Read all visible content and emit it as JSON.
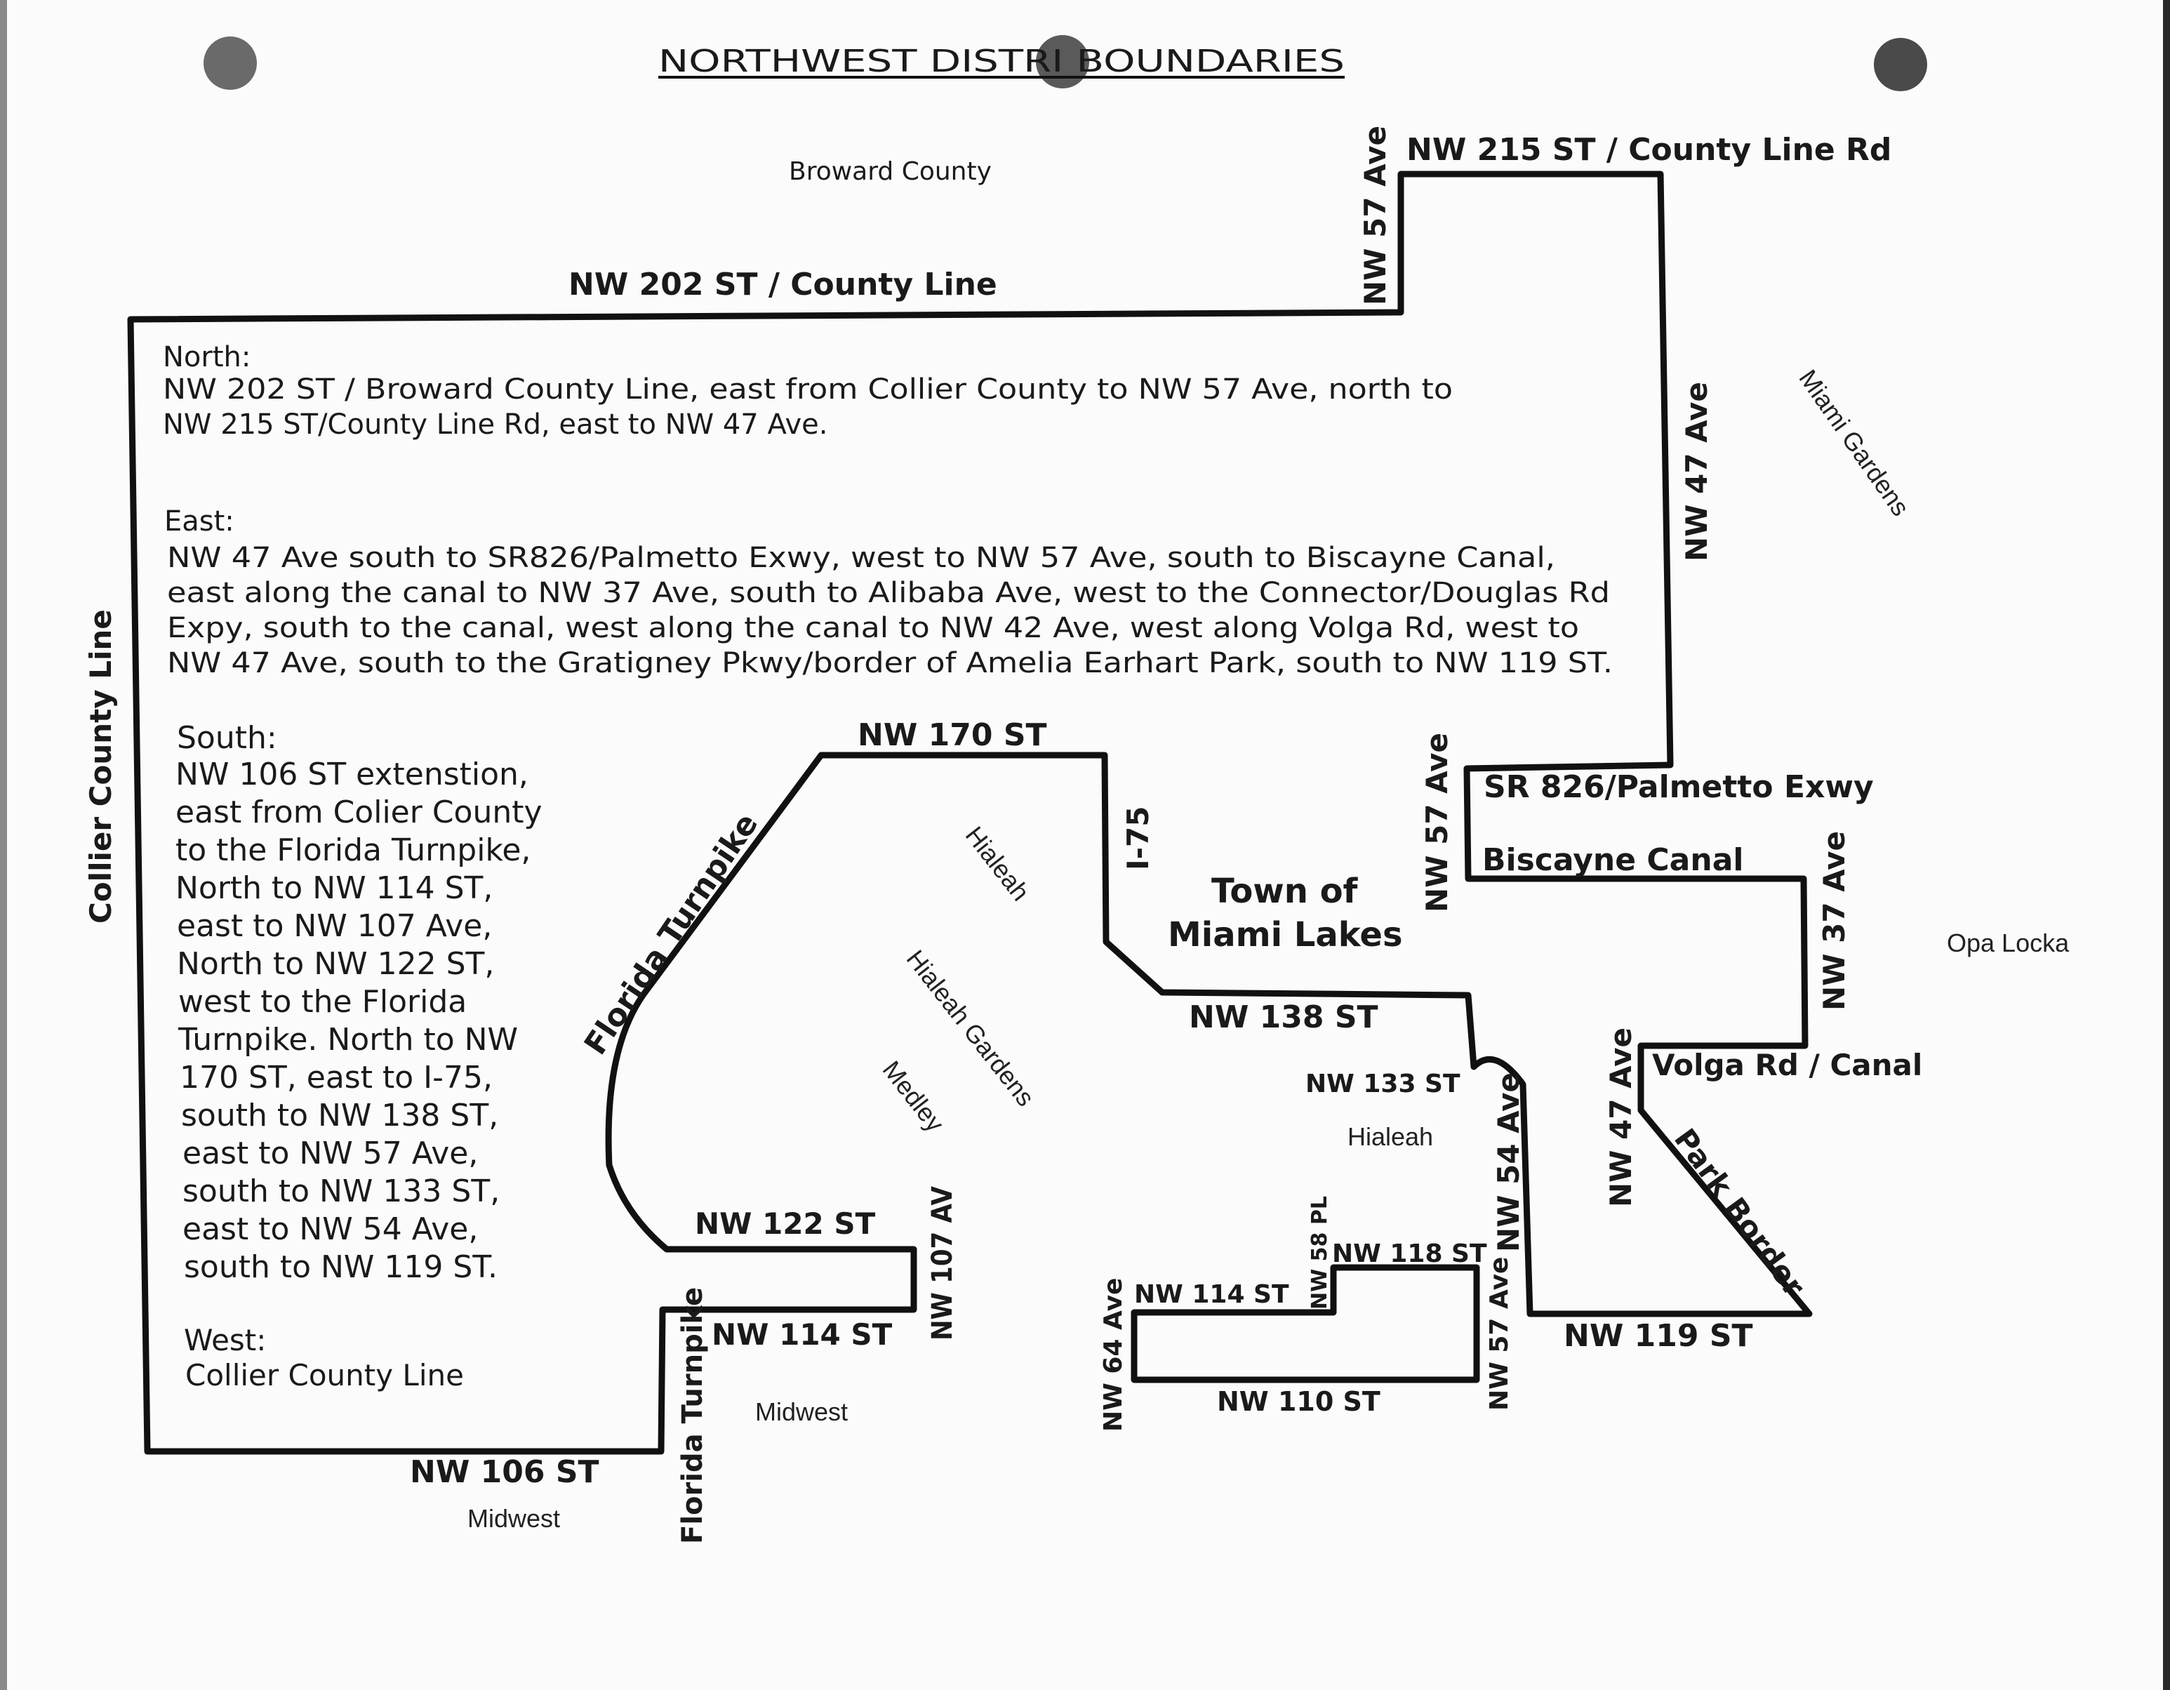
{
  "title": "NORTHWEST DISTRI BOUNDARIES",
  "colors": {
    "line": "#111111",
    "paper": "#fbfbfb",
    "punch_hole": "#555555"
  },
  "counties": {
    "broward": "Broward County"
  },
  "streets": {
    "nw202": "NW 202 ST / County Line",
    "nw215": "NW 215 ST / County Line Rd",
    "nw57_top": "NW 57 Ave",
    "nw47_top": "NW 47 Ave",
    "collier": "Collier County Line",
    "nw170": "NW 170 ST",
    "i75": "I-75",
    "nw57_mid": "NW 57 Ave",
    "sr826": "SR 826/Palmetto Exwy",
    "biscayne": "Biscayne Canal",
    "nw37": "NW 37 Ave",
    "fl_turnpike_upper": "Florida Turnpike",
    "nw138": "NW 138 ST",
    "nw133": "NW 133 ST",
    "volga": "Volga Rd / Canal",
    "nw47_low": "NW 47 Ave",
    "park_border": "Park Border",
    "nw54": "NW 54 Ave",
    "nw122": "NW 122 ST",
    "nw107": "NW 107 AV",
    "nw58pl": "NW 58 PL",
    "nw118": "NW 118 ST",
    "nw114_left": "NW 114 ST",
    "nw114_right": "NW 114 ST",
    "nw64": "NW 64 Ave",
    "nw57_low": "NW 57 Ave",
    "nw119": "NW 119 ST",
    "nw110": "NW 110 ST",
    "nw106": "NW 106 ST",
    "fl_turnpike_lower": "Florida Turnpike"
  },
  "areas": {
    "miami_gardens": "Miami Gardens",
    "opa_locka": "Opa Locka",
    "miami_lakes_1": "Town of",
    "miami_lakes_2": "Miami Lakes",
    "hialeah_1": "Hialeah",
    "hialeah_gardens": "Hialeah Gardens",
    "medley": "Medley",
    "hialeah_2": "Hialeah",
    "midwest_1": "Midwest",
    "midwest_2": "Midwest"
  },
  "boundaries": {
    "north": {
      "heading": "North:",
      "lines": [
        "NW 202 ST / Broward County Line, east from Collier County to NW 57 Ave, north to",
        "NW 215 ST/County Line Rd, east to NW 47 Ave."
      ]
    },
    "east": {
      "heading": "East:",
      "lines": [
        "NW 47 Ave south to SR826/Palmetto Exwy, west to NW 57 Ave, south to Biscayne Canal,",
        "east along the canal to NW 37 Ave, south to Alibaba Ave, west to the Connector/Douglas Rd",
        "Expy, south to the canal, west along the canal to NW 42 Ave, west along Volga Rd, west to",
        "NW 47 Ave, south to the Gratigney Pkwy/border of Amelia Earhart Park, south to NW 119 ST."
      ]
    },
    "south": {
      "heading": "South:",
      "lines": [
        "NW 106 ST extenstion,",
        "east from Colier County",
        "to the Florida Turnpike,",
        "North to NW 114 ST,",
        "east to NW 107 Ave,",
        "North to NW 122 ST,",
        "west to the Florida",
        "Turnpike. North to NW",
        "170 ST, east to I-75,",
        "south to NW 138 ST,",
        "east to NW 57 Ave,",
        "south to NW 133 ST,",
        "east to NW 54 Ave,",
        "south to NW 119 ST."
      ]
    },
    "west": {
      "heading": "West:",
      "lines": [
        "Collier County Line"
      ]
    }
  }
}
